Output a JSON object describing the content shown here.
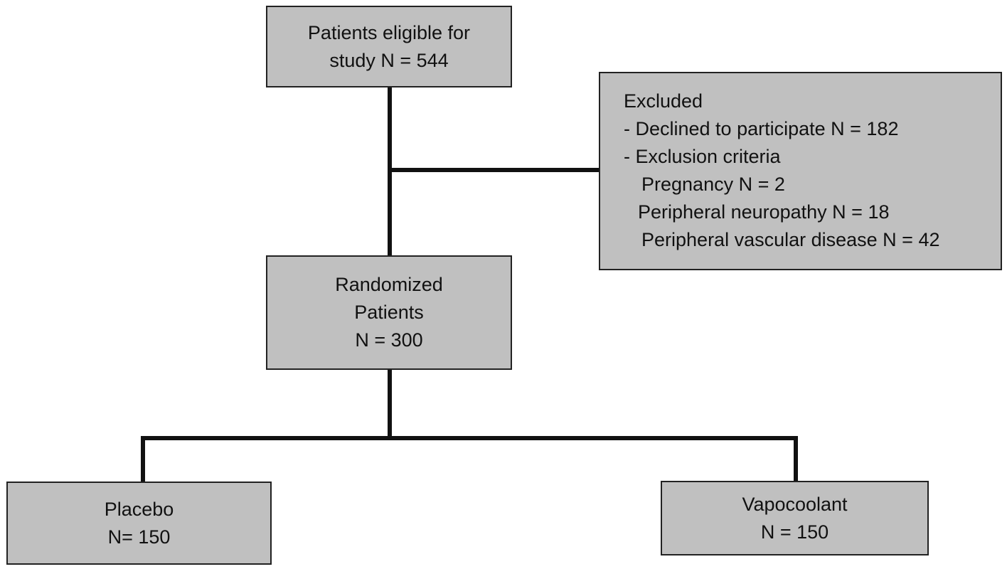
{
  "flowchart": {
    "eligible": {
      "lines": [
        "Patients eligible for",
        "study N = 544"
      ]
    },
    "excluded": {
      "lines": [
        "Excluded",
        "- Declined to participate N = 182",
        "- Exclusion criteria",
        "Pregnancy N = 2",
        "Peripheral neuropathy N = 18",
        "Peripheral vascular disease N = 42"
      ]
    },
    "randomized": {
      "lines": [
        "Randomized",
        "Patients",
        "N = 300"
      ]
    },
    "placebo": {
      "lines": [
        "Placebo",
        "N= 150"
      ]
    },
    "vapocoolant": {
      "lines": [
        "Vapocoolant",
        "N = 150"
      ]
    },
    "colors": {
      "box_fill": "#c0c0c0",
      "box_border": "#222222",
      "connector": "#111111"
    }
  }
}
